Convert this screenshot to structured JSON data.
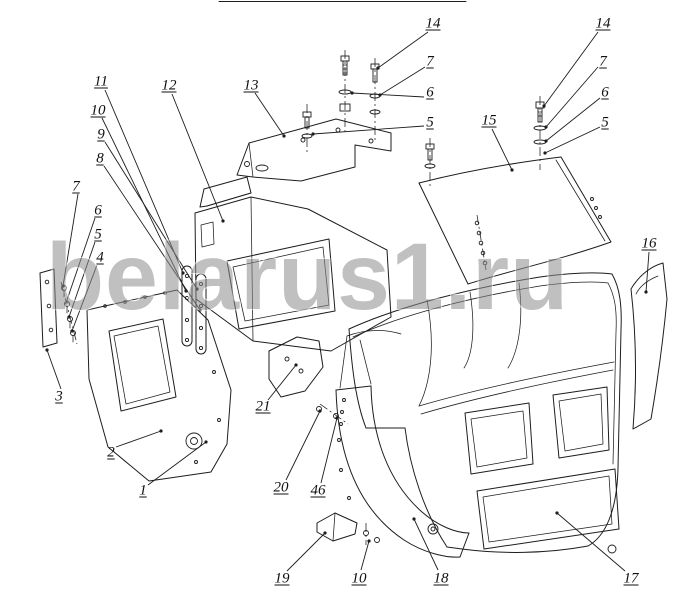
{
  "figure": {
    "kind": "exploded-parts-diagram"
  },
  "watermark": {
    "text": "belarus1.ru"
  },
  "colors": {
    "line": "#1d1d1d",
    "watermark_gray": "#8d8d8d",
    "background": "#ffffff"
  },
  "callouts": {
    "n14a": "14",
    "n7a": "7",
    "n6a": "6",
    "n5a": "5",
    "n14b": "14",
    "n7b": "7",
    "n6b": "6",
    "n5b": "5",
    "n13": "13",
    "n12": "12",
    "n11": "11",
    "n10a": "10",
    "n9": "9",
    "n8": "8",
    "n7c": "7",
    "n6c": "6",
    "n5c": "5",
    "n4": "4",
    "n3": "3",
    "n2": "2",
    "n1": "1",
    "n15": "15",
    "n16": "16",
    "n21": "21",
    "n20": "20",
    "n46": "46",
    "n19": "19",
    "n10b": "10",
    "n18": "18",
    "n17": "17"
  }
}
